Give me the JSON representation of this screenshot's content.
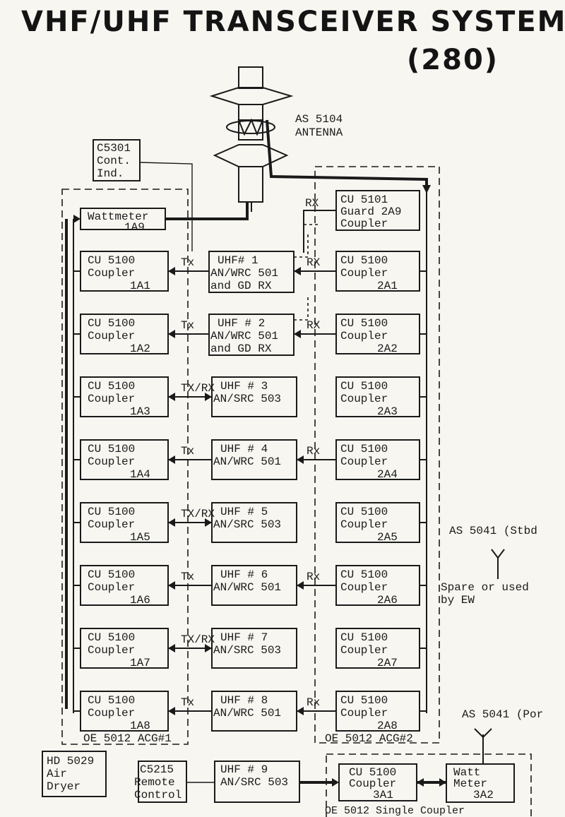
{
  "title": {
    "main": "VHF/UHF TRANSCEIVER SYSTEM",
    "sub": "(280)"
  },
  "antenna": {
    "line1": "AS 5104",
    "line2": "ANTENNA"
  },
  "cont_ind": {
    "line1": "C5301",
    "line2": "Cont.",
    "line3": "Ind."
  },
  "wattmeter_1a9": {
    "line1": "Wattmeter",
    "line2": "1A9"
  },
  "guard_coupler": {
    "line1": "CU 5101",
    "line2": "Guard 2A9",
    "line3": "Coupler"
  },
  "left_couplers": [
    {
      "line1": "CU 5100",
      "line2": "Coupler",
      "line3": "1A1"
    },
    {
      "line1": "CU 5100",
      "line2": "Coupler",
      "line3": "1A2"
    },
    {
      "line1": "CU 5100",
      "line2": "Coupler",
      "line3": "1A3"
    },
    {
      "line1": "CU 5100",
      "line2": "Coupler",
      "line3": "1A4"
    },
    {
      "line1": "CU 5100",
      "line2": "Coupler",
      "line3": "1A5"
    },
    {
      "line1": "CU 5100",
      "line2": "Coupler",
      "line3": "1A6"
    },
    {
      "line1": "CU 5100",
      "line2": "Coupler",
      "line3": "1A7"
    },
    {
      "line1": "CU 5100",
      "line2": "Coupler",
      "line3": "1A8"
    }
  ],
  "right_couplers": [
    {
      "line1": "CU 5100",
      "line2": "Coupler",
      "line3": "2A1"
    },
    {
      "line1": "CU 5100",
      "line2": "Coupler",
      "line3": "2A2"
    },
    {
      "line1": "CU 5100",
      "line2": "Coupler",
      "line3": "2A3"
    },
    {
      "line1": "CU 5100",
      "line2": "Coupler",
      "line3": "2A4"
    },
    {
      "line1": "CU 5100",
      "line2": "Coupler",
      "line3": "2A5"
    },
    {
      "line1": "CU 5100",
      "line2": "Coupler",
      "line3": "2A6"
    },
    {
      "line1": "CU 5100",
      "line2": "Coupler",
      "line3": "2A7"
    },
    {
      "line1": "CU 5100",
      "line2": "Coupler",
      "line3": "2A8"
    }
  ],
  "radios": [
    {
      "line1": "UHF# 1",
      "line2": "AN/WRC 501",
      "line3": "and GD RX"
    },
    {
      "line1": "UHF # 2",
      "line2": "AN/WRC 501",
      "line3": "and GD RX"
    },
    {
      "line1": "UHF # 3",
      "line2": "AN/SRC 503",
      "line3": ""
    },
    {
      "line1": "UHF # 4",
      "line2": "AN/WRC 501",
      "line3": ""
    },
    {
      "line1": "UHF # 5",
      "line2": "AN/SRC 503",
      "line3": ""
    },
    {
      "line1": "UHF # 6",
      "line2": "AN/WRC 501",
      "line3": ""
    },
    {
      "line1": "UHF # 7",
      "line2": "AN/SRC 503",
      "line3": ""
    },
    {
      "line1": "UHF # 8",
      "line2": "AN/WRC 501",
      "line3": ""
    }
  ],
  "left_signal_labels": [
    "Tx",
    "Tx",
    "TX/RX",
    "Tx",
    "TX/RX",
    "Tx",
    "TX/RX",
    "Tx"
  ],
  "right_signal_labels": [
    "RX",
    "RX",
    "",
    "Rx",
    "",
    "Rx",
    "",
    "Rx"
  ],
  "guard_rx_label": "RX",
  "group_labels": {
    "acg1": "OE 5012 ACG#1",
    "acg2": "OE 5012 ACG#2",
    "single": "OE 5012 Single Coupler"
  },
  "stbd_antenna": {
    "label": "AS 5041 (Stbd",
    "note_line1": "Spare or used",
    "note_line2": "by EW"
  },
  "port_antenna": {
    "label": "AS 5041 (Por"
  },
  "air_dryer": {
    "line1": "HD 5029",
    "line2": "Air",
    "line3": "Dryer"
  },
  "remote_control": {
    "line1": "C5215",
    "line2": "Remote",
    "line3": "Control"
  },
  "radio9": {
    "line1": "UHF # 9",
    "line2": "AN/SRC 503"
  },
  "coupler_3a1": {
    "line1": "CU 5100",
    "line2": "Coupler",
    "line3": "3A1"
  },
  "watt_meter_3a2": {
    "line1": "Watt",
    "line2": "Meter",
    "line3": "3A2"
  }
}
